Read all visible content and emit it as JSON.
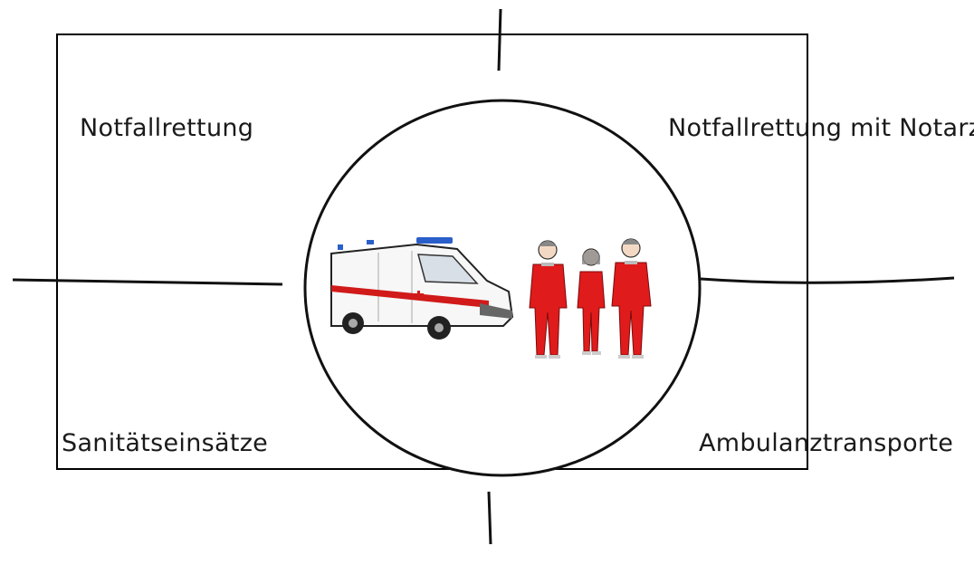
{
  "quadrants": {
    "top_left": "Notfallrettung",
    "top_right": "Notfallrettung mit Notarzt",
    "bottom_left": "Sanitätseinsätze",
    "bottom_right": "Ambulanztransporte"
  },
  "center_image": {
    "icons": [
      "ambulance-icon",
      "paramedic-icon",
      "paramedic-icon",
      "paramedic-icon"
    ],
    "colors": {
      "uniform": "#e01b1b",
      "stripe": "#d11a1a",
      "beacon": "#2a5fc9"
    }
  }
}
